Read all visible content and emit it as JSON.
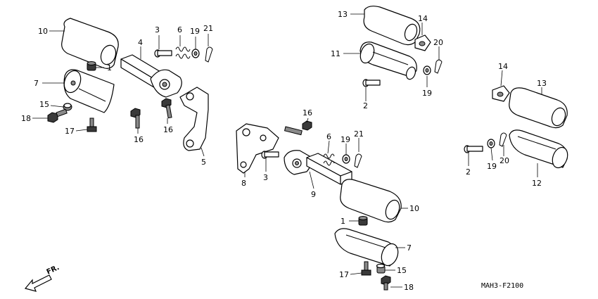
{
  "diagram_code": "MAH3-F2100",
  "direction_label": "FR.",
  "callouts": [
    {
      "id": "c10a",
      "label": "10"
    },
    {
      "id": "c4a",
      "label": "4"
    },
    {
      "id": "c3a",
      "label": "3"
    },
    {
      "id": "c6a",
      "label": "6"
    },
    {
      "id": "c19a",
      "label": "19"
    },
    {
      "id": "c21a",
      "label": "21"
    },
    {
      "id": "c1a",
      "label": "1"
    },
    {
      "id": "c7a",
      "label": "7"
    },
    {
      "id": "c15a",
      "label": "15"
    },
    {
      "id": "c18a",
      "label": "18"
    },
    {
      "id": "c17a",
      "label": "17"
    },
    {
      "id": "c16a",
      "label": "16"
    },
    {
      "id": "c16b",
      "label": "16"
    },
    {
      "id": "c5a",
      "label": "5"
    },
    {
      "id": "c13a",
      "label": "13"
    },
    {
      "id": "c14a",
      "label": "14"
    },
    {
      "id": "c11a",
      "label": "11"
    },
    {
      "id": "c20a",
      "label": "20"
    },
    {
      "id": "c19b",
      "label": "19"
    },
    {
      "id": "c2a",
      "label": "2"
    },
    {
      "id": "c16c",
      "label": "16"
    },
    {
      "id": "c6b",
      "label": "6"
    },
    {
      "id": "c19c",
      "label": "19"
    },
    {
      "id": "c21b",
      "label": "21"
    },
    {
      "id": "c8a",
      "label": "8"
    },
    {
      "id": "c3b",
      "label": "3"
    },
    {
      "id": "c9a",
      "label": "9"
    },
    {
      "id": "c10b",
      "label": "10"
    },
    {
      "id": "c1b",
      "label": "1"
    },
    {
      "id": "c7b",
      "label": "7"
    },
    {
      "id": "c17b",
      "label": "17"
    },
    {
      "id": "c15b",
      "label": "15"
    },
    {
      "id": "c18b",
      "label": "18"
    },
    {
      "id": "c14b",
      "label": "14"
    },
    {
      "id": "c13b",
      "label": "13"
    },
    {
      "id": "c2b",
      "label": "2"
    },
    {
      "id": "c19d",
      "label": "19"
    },
    {
      "id": "c20b",
      "label": "20"
    },
    {
      "id": "c12a",
      "label": "12"
    }
  ]
}
